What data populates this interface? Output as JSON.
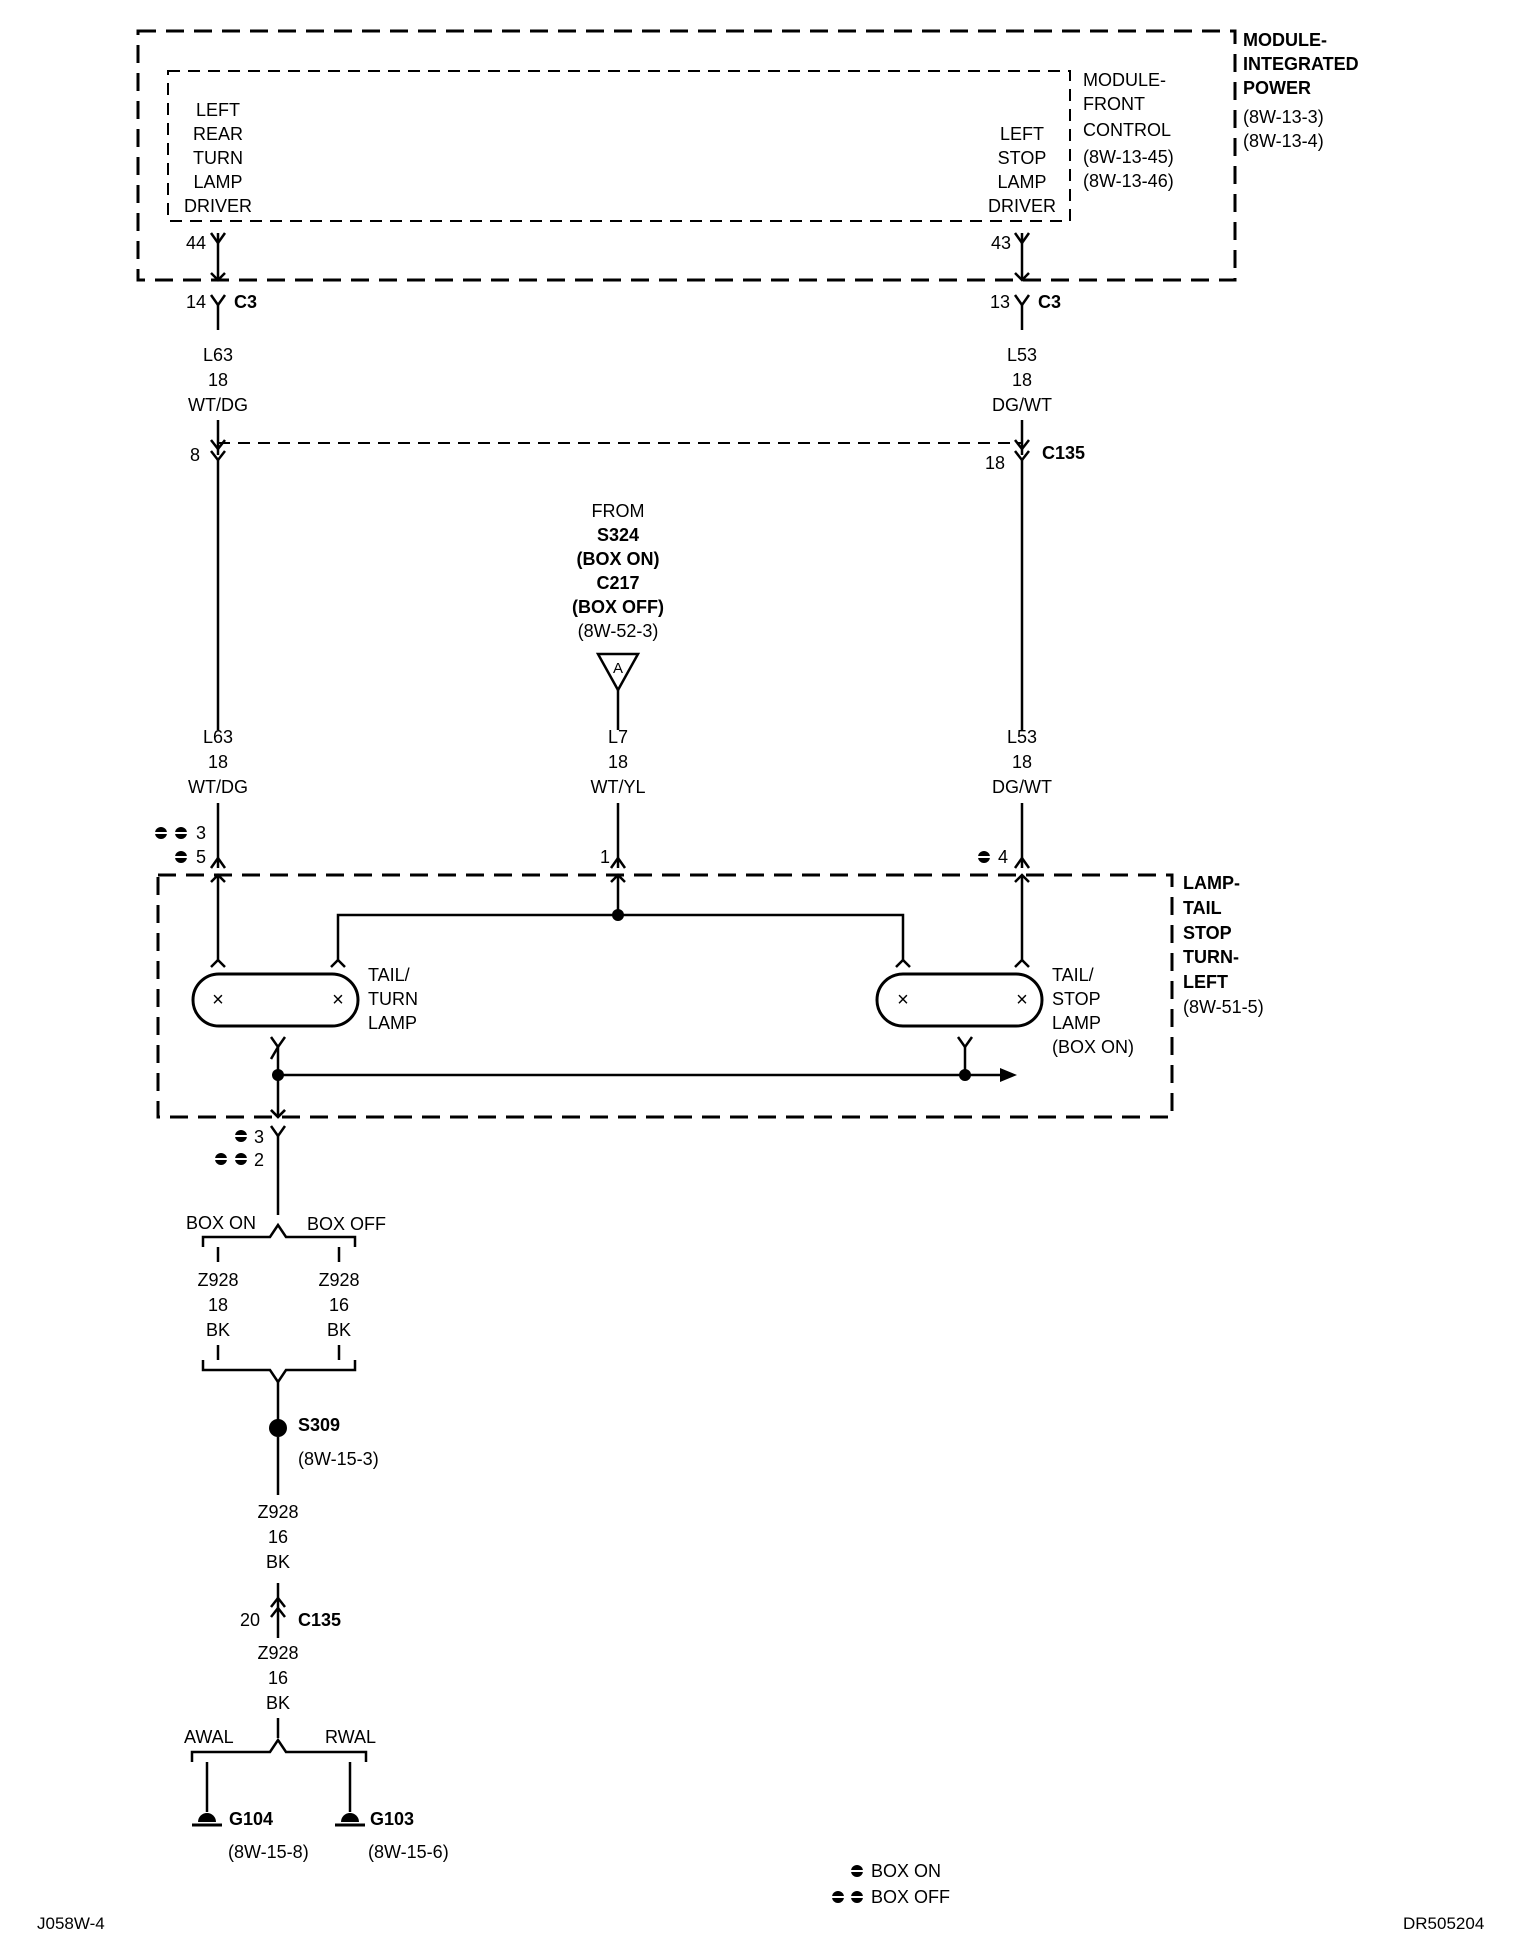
{
  "modules": {
    "integrated_power": {
      "lines": [
        "MODULE-",
        "INTEGRATED",
        "POWER"
      ],
      "refs": [
        "(8W-13-3)",
        "(8W-13-4)"
      ]
    },
    "front_control": {
      "lines": [
        "MODULE-",
        "FRONT",
        "CONTROL"
      ],
      "refs": [
        "(8W-13-45)",
        "(8W-13-46)"
      ]
    },
    "left_rear_turn_driver": [
      "LEFT",
      "REAR",
      "TURN",
      "LAMP",
      "DRIVER"
    ],
    "left_stop_driver": [
      "LEFT",
      "STOP",
      "LAMP",
      "DRIVER"
    ]
  },
  "pins": {
    "left_module": "44",
    "right_module": "43",
    "left_c3": "14",
    "right_c3": "13",
    "c3": "C3",
    "left_c135": "8",
    "right_c135": "18",
    "c135": "C135"
  },
  "wires": {
    "l63": [
      "L63",
      "18",
      "WT/DG"
    ],
    "l53": [
      "L53",
      "18",
      "DG/WT"
    ],
    "l7": [
      "L7",
      "18",
      "WT/YL"
    ]
  },
  "source": {
    "lines": [
      "FROM",
      "S324",
      "(BOX ON)",
      "C217",
      "(BOX OFF)",
      "(8W-52-3)"
    ],
    "connector_letter": "A"
  },
  "lamp_assembly": {
    "lines": [
      "LAMP-",
      "TAIL",
      "STOP",
      "TURN-",
      "LEFT"
    ],
    "ref": "(8W-51-5)",
    "pin_left_top": "3",
    "pin_left_bottom": "5",
    "pin_center": "1",
    "pin_right": "4",
    "pin_ground_top": "3",
    "pin_ground_bottom": "2"
  },
  "lamps": {
    "tail_turn": [
      "TAIL/",
      "TURN",
      "LAMP"
    ],
    "tail_stop": [
      "TAIL/",
      "STOP",
      "LAMP",
      "(BOX ON)"
    ]
  },
  "ground_branch": {
    "box_on": "BOX ON",
    "box_off": "BOX OFF",
    "wire_left": [
      "Z928",
      "18",
      "BK"
    ],
    "wire_right": [
      "Z928",
      "16",
      "BK"
    ]
  },
  "splice": {
    "name": "S309",
    "ref": "(8W-15-3)"
  },
  "lower_wire1": [
    "Z928",
    "16",
    "BK"
  ],
  "lower_c135": {
    "pin": "20",
    "name": "C135"
  },
  "lower_wire2": [
    "Z928",
    "16",
    "BK"
  ],
  "ground_split": {
    "awal": "AWAL",
    "rwal": "RWAL"
  },
  "grounds": {
    "g104": {
      "name": "G104",
      "ref": "(8W-15-8)"
    },
    "g103": {
      "name": "G103",
      "ref": "(8W-15-6)"
    }
  },
  "legend": {
    "box_on": "BOX ON",
    "box_off": "BOX OFF"
  },
  "footer": {
    "left": "J058W-4",
    "right": "DR505204"
  }
}
